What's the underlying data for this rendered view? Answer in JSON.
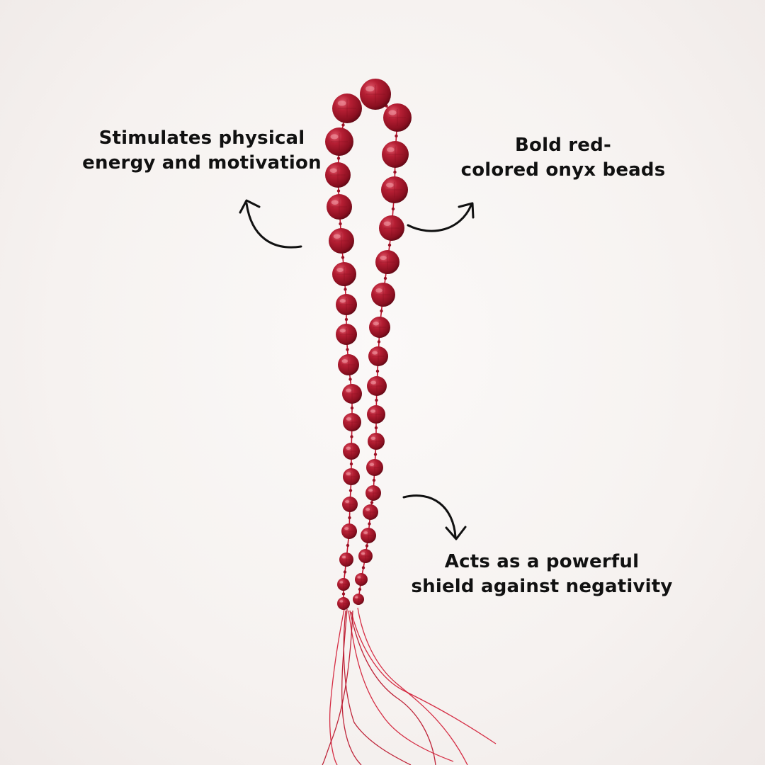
{
  "image": {
    "description_colors": {
      "background": "#f7f3f1",
      "bead": "#a8172a",
      "bead_dark": "#6e0a17",
      "thread": "#c0102a",
      "text": "#111111"
    }
  },
  "annotations": {
    "left": {
      "line1": "Stimulates physical",
      "line2": "energy and motivation"
    },
    "right": {
      "line1": "Bold red-",
      "line2": "colored onyx beads"
    },
    "bottom": {
      "line1": "Acts as a powerful",
      "line2": "shield against negativity"
    }
  }
}
